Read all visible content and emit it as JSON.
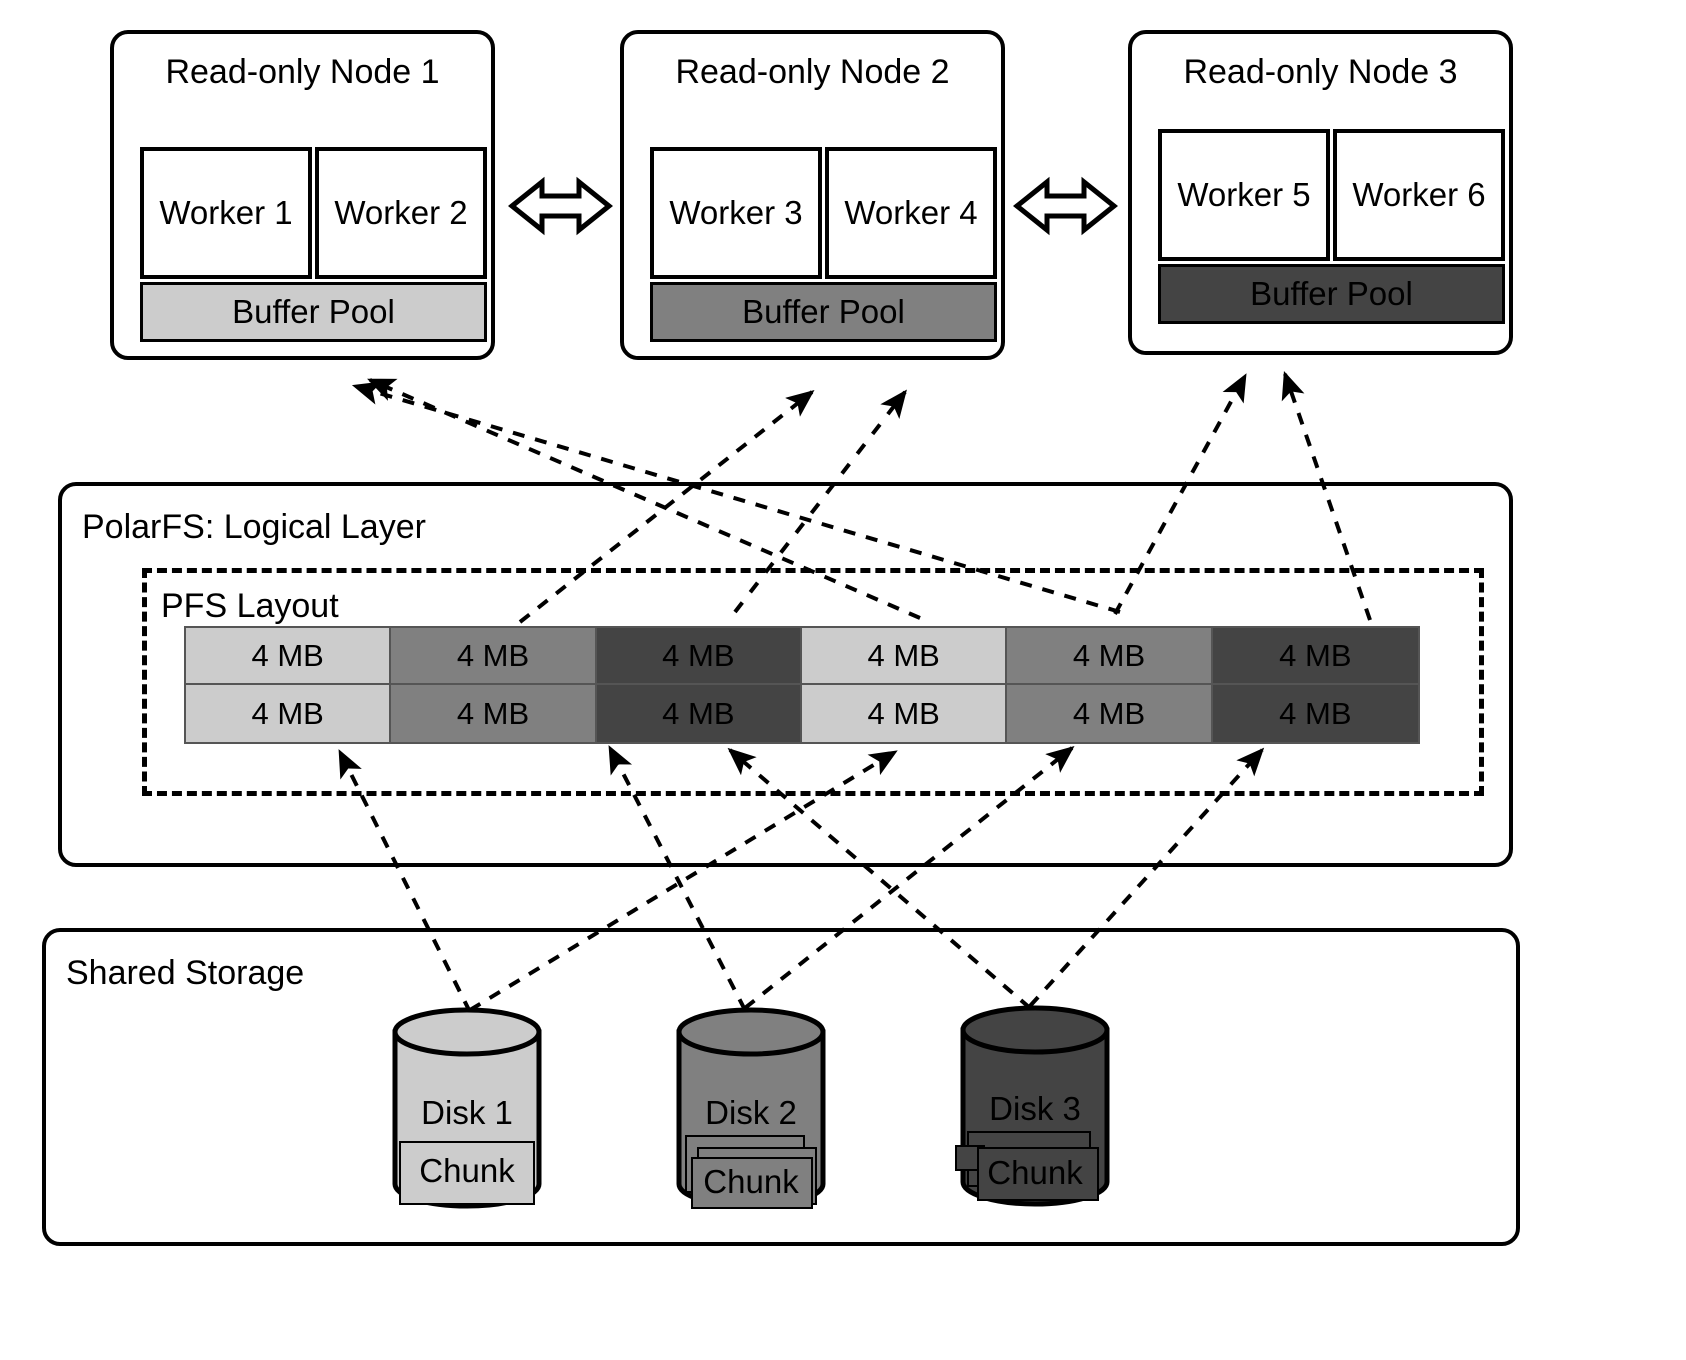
{
  "palette": {
    "ink": "#000000",
    "light_gray": "#cccccc",
    "mid_gray": "#808080",
    "dark_gray": "#444444",
    "white": "#ffffff"
  },
  "nodes": [
    {
      "title": "Read-only Node 1",
      "workers": [
        "Worker 1",
        "Worker 2"
      ],
      "buffer_pool": {
        "label": "Buffer Pool",
        "color": "#cccccc",
        "text_color": "#000000"
      }
    },
    {
      "title": "Read-only Node 2",
      "workers": [
        "Worker 3",
        "Worker 4"
      ],
      "buffer_pool": {
        "label": "Buffer Pool",
        "color": "#808080",
        "text_color": "#000000"
      }
    },
    {
      "title": "Read-only Node 3",
      "workers": [
        "Worker 5",
        "Worker 6"
      ],
      "buffer_pool": {
        "label": "Buffer Pool",
        "color": "#444444",
        "text_color": "#000000"
      }
    }
  ],
  "node_links": [
    {
      "icon": "double-headed-arrow"
    },
    {
      "icon": "double-headed-arrow"
    }
  ],
  "polarfs": {
    "title": "PolarFS: Logical Layer",
    "pfs_layout": {
      "title": "PFS Layout",
      "rows": 2,
      "columns": 6,
      "block_label": "4 MB",
      "column_colors": [
        "#cccccc",
        "#808080",
        "#444444",
        "#cccccc",
        "#808080",
        "#444444"
      ],
      "blocks": [
        [
          "4 MB",
          "4 MB",
          "4 MB",
          "4 MB",
          "4 MB",
          "4 MB"
        ],
        [
          "4 MB",
          "4 MB",
          "4 MB",
          "4 MB",
          "4 MB",
          "4 MB"
        ]
      ]
    }
  },
  "shared_storage": {
    "title": "Shared Storage",
    "disks": [
      {
        "name": "Disk 1",
        "chunk_label": "Chunk",
        "color": "#cccccc",
        "chunk_stack": 1
      },
      {
        "name": "Disk 2",
        "chunk_label": "Chunk",
        "color": "#808080",
        "chunk_stack": 3
      },
      {
        "name": "Disk 3",
        "chunk_label": "Chunk",
        "color": "#444444",
        "chunk_stack": 3
      }
    ]
  },
  "connections": {
    "pfs_to_node": [
      {
        "from": "block-1",
        "to": "node-2"
      },
      {
        "from": "block-2",
        "to": "node-2"
      },
      {
        "from": "block-3",
        "to": "node-1"
      },
      {
        "from": "block-4",
        "to": "node-1"
      },
      {
        "from": "block-5",
        "to": "node-3"
      },
      {
        "from": "block-6",
        "to": "node-3"
      }
    ],
    "disk_to_pfs": [
      {
        "from": "disk-1",
        "to": "block-1"
      },
      {
        "from": "disk-1",
        "to": "block-4"
      },
      {
        "from": "disk-2",
        "to": "block-2"
      },
      {
        "from": "disk-2",
        "to": "block-5"
      },
      {
        "from": "disk-3",
        "to": "block-3"
      },
      {
        "from": "disk-3",
        "to": "block-6"
      }
    ]
  }
}
